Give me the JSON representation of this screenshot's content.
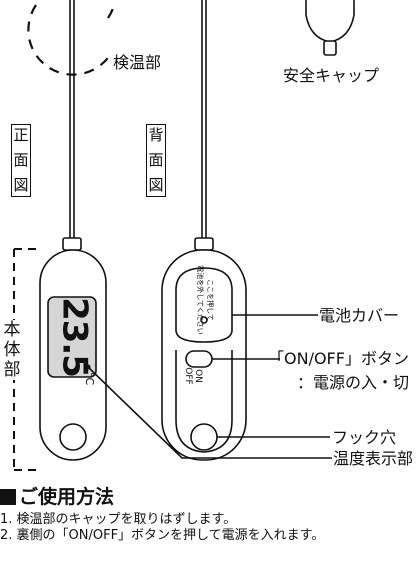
{
  "labels": {
    "probe_tip": "検温部",
    "safety_cap": "安全キャップ",
    "front_view": [
      "正",
      "面",
      "図"
    ],
    "back_view": [
      "背",
      "面",
      "図"
    ],
    "main_body": [
      "本",
      "体",
      "部"
    ],
    "battery_cover": "電池カバー",
    "on_off_button": "「ON/OFF」ボタン",
    "on_off_desc": "：電源の入・切",
    "hook_hole": "フック穴",
    "display": "温度表示部"
  },
  "device": {
    "display_value": "23.5",
    "display_unit": "°C",
    "back_text": [
      "ここを押して",
      "電池を外してください"
    ],
    "switch_on": "ON",
    "switch_off": "OFF"
  },
  "section": {
    "title": "ご使用方法",
    "steps": [
      "1. 検温部のキャップを取りはずします。",
      "2. 裏側の「ON/OFF」ボタンを押して電源を入れます。"
    ]
  },
  "colors": {
    "line": "#111111",
    "screen": "#d6d6d6",
    "screen_text": "#333333"
  }
}
